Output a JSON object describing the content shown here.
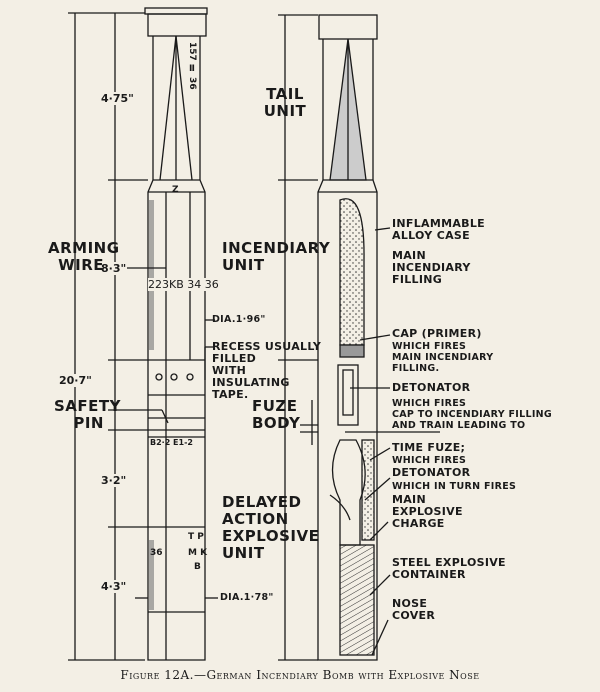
{
  "caption": "Figure 12A.—German Incendiary Bomb with Explosive Nose",
  "dimensions": {
    "tail": "4·75\"",
    "incendiary": "8·3\"",
    "total": "20·7\"",
    "fuze": "3·2\"",
    "nose": "4·3\"",
    "dia_upper": "DIA.1·96\"",
    "dia_lower": "DIA.1·78\""
  },
  "markings": {
    "tail_stamp": "157 Ⅱ 36",
    "body_stamp": "223KB 34 36",
    "ring_stamp": "B2·2 E1-2",
    "z": "Z",
    "nose_36": "36",
    "tp": "T P",
    "mk": "M K",
    "b": "B"
  },
  "left_labels": {
    "arming_wire": "ARMING\nWIRE",
    "safety_pin": "SAFETY\nPIN",
    "recess": "RECESS USUALLY\nFILLED\nWITH\nINSULATING\nTAPE."
  },
  "sections": {
    "tail_unit": "TAIL\nUNIT",
    "incendiary_unit": "INCENDIARY\nUNIT",
    "fuze_body": "FUZE\nBODY",
    "delayed_unit": "DELAYED\nACTION\nEXPLOSIVE\nUNIT"
  },
  "callouts": {
    "alloy_case": "INFLAMMABLE\nALLOY CASE",
    "main_filling": "MAIN\nINCENDIARY\nFILLING",
    "cap": "CAP (PRIMER)",
    "cap_sub": "WHICH FIRES\nMAIN INCENDIARY\nFILLING.",
    "detonator": "DETONATOR",
    "detonator_sub": "WHICH FIRES\nCAP TO INCENDIARY FILLING\nAND TRAIN LEADING TO",
    "time_fuze": "TIME FUZE;",
    "time_fuze_sub": "WHICH FIRES",
    "detonator2": "DETONATOR",
    "detonator2_sub": "WHICH IN TURN FIRES",
    "main_charge": "MAIN\nEXPLOSIVE\nCHARGE",
    "steel_container": "STEEL EXPLOSIVE\nCONTAINER",
    "nose_cover": "NOSE\nCOVER"
  }
}
